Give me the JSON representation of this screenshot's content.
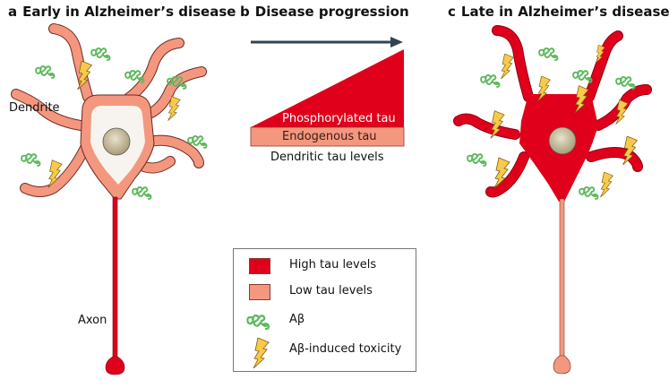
{
  "panels": {
    "a": {
      "letter": "a",
      "title": "Early in Alzheimer’s disease",
      "dendrite_label": "Dendrite",
      "axon_label": "Axon",
      "tau_state": "low"
    },
    "b": {
      "letter": "b",
      "title": "Disease progression",
      "phosphorylated_label": "Phosphorylated tau",
      "endogenous_label": "Endogenous tau",
      "caption": "Dendritic tau levels"
    },
    "c": {
      "letter": "c",
      "title": "Late in Alzheimer’s disease",
      "tau_state": "high"
    }
  },
  "legend": {
    "items": [
      {
        "icon": "high-tau-swatch",
        "label": "High tau levels"
      },
      {
        "icon": "low-tau-swatch",
        "label": "Low tau levels"
      },
      {
        "icon": "amyloid-beta-icon",
        "label": "Aβ"
      },
      {
        "icon": "lightning-icon",
        "label": "Aβ-induced toxicity"
      }
    ]
  },
  "colors": {
    "high_tau": "#e0001b",
    "low_tau": "#f4977f",
    "amyloid": "#5cb85c",
    "toxicity": "#f8c94a",
    "arrow": "#33434f",
    "nucleus": "#b8ad8c",
    "soma_low": "#f7f3ee"
  }
}
